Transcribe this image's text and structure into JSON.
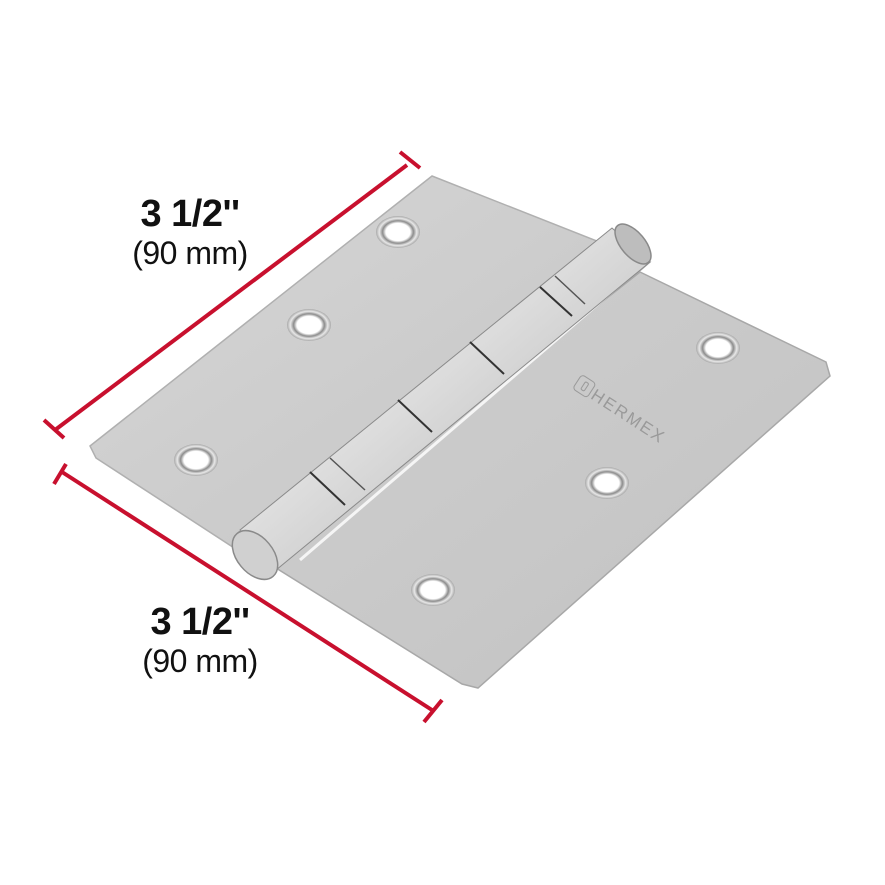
{
  "product": {
    "type": "door hinge",
    "finish": "brushed stainless steel",
    "brand_engraving": "HERMEX",
    "screw_holes_per_leaf": 3,
    "knuckle_segments": 5
  },
  "dimensions": {
    "height": {
      "imperial": "3 1/2''",
      "metric": "(90 mm)"
    },
    "width": {
      "imperial": "3 1/2''",
      "metric": "(90 mm)"
    }
  },
  "colors": {
    "dimension_line": "#c8102e",
    "text": "#111111",
    "metal": "#c9c9c9",
    "background": "#ffffff"
  }
}
